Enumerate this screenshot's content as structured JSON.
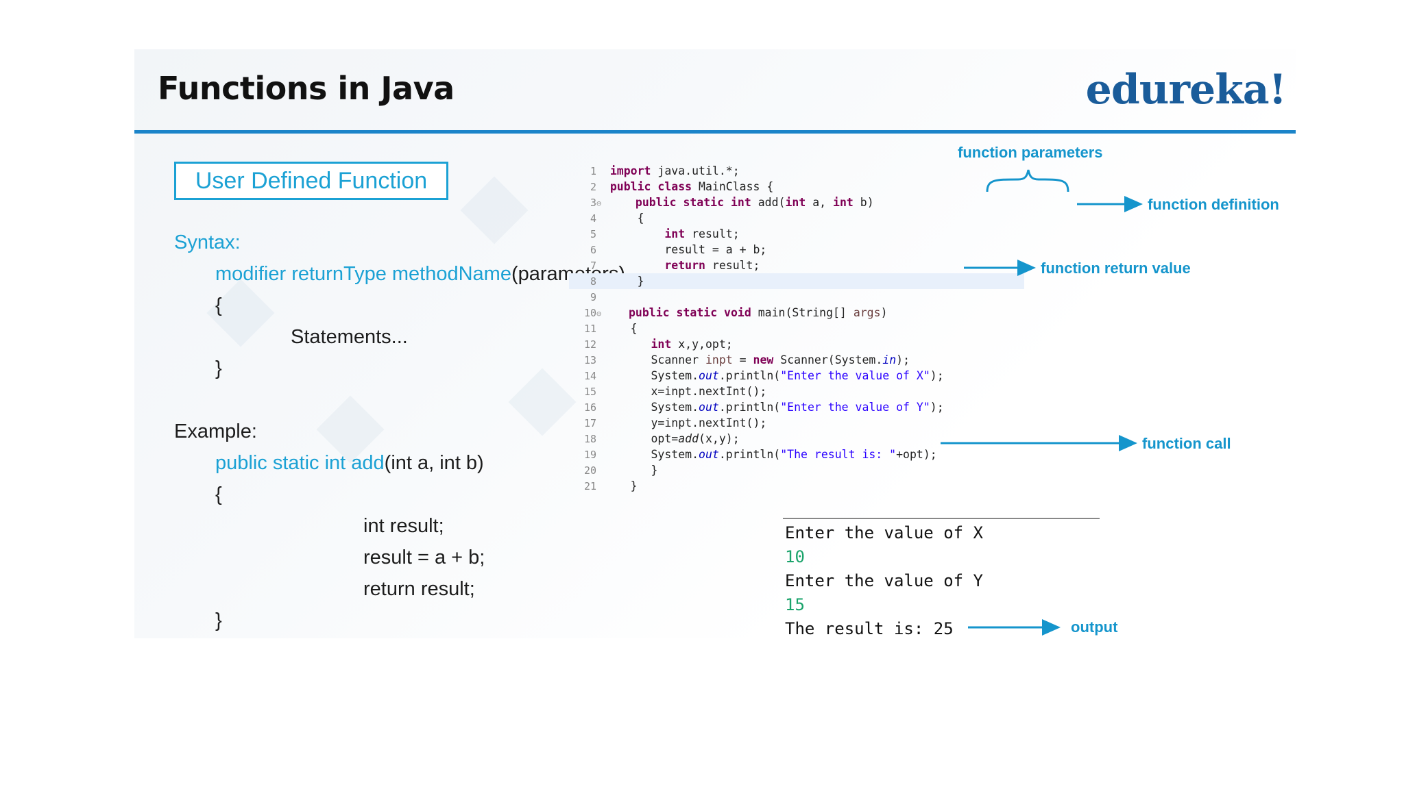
{
  "header": {
    "title": "Functions in Java",
    "logo": "edureka!"
  },
  "left": {
    "box_label": "User Defined Function",
    "syntax_label": "Syntax:",
    "syntax_sig_highlight": "modifier returnType methodName",
    "syntax_sig_rest": "(parameters)",
    "open_brace": "{",
    "statements": "Statements...",
    "close_brace": "}",
    "example_label": "Example:",
    "example_sig_highlight": "public static int add",
    "example_sig_rest": "(int a, int b)",
    "example_body": [
      "int result;",
      "result = a + b;",
      "return result;"
    ]
  },
  "code": {
    "line_numbers": [
      "1",
      "2",
      "3",
      "4",
      "5",
      "6",
      "7",
      "8",
      "9",
      "10",
      "11",
      "12",
      "13",
      "14",
      "15",
      "16",
      "17",
      "18",
      "19",
      "20",
      "21"
    ],
    "lines": [
      "import java.util.*;",
      "public class MainClass {",
      "    public static int add(int a, int b)",
      "    {",
      "        int result;",
      "        result = a + b;",
      "        return result;",
      "    }",
      "",
      "   public static void main(String[] args)",
      "   {",
      "      int x,y,opt;",
      "      Scanner inpt = new Scanner(System.in);",
      "      System.out.println(\"Enter the value of X\");",
      "      x=inpt.nextInt();",
      "      System.out.println(\"Enter the value of Y\");",
      "      y=inpt.nextInt();",
      "      opt=add(x,y);",
      "      System.out.println(\"The result is: \"+opt);",
      "      }",
      "   }"
    ]
  },
  "annotations": {
    "parameters": "function parameters",
    "definition": "function definition",
    "return_value": "function return value",
    "call": "function call",
    "output": "output"
  },
  "console": {
    "lines": [
      "Enter the value of X",
      "10",
      "Enter the value of Y",
      "15",
      "The result is: 25"
    ]
  },
  "colors": {
    "accent": "#1ba1d4",
    "rule": "#1b84c9",
    "logo": "#1a5c9a",
    "keyword": "#7f0055",
    "string": "#2a00ff",
    "console_number": "#1aa36b"
  }
}
